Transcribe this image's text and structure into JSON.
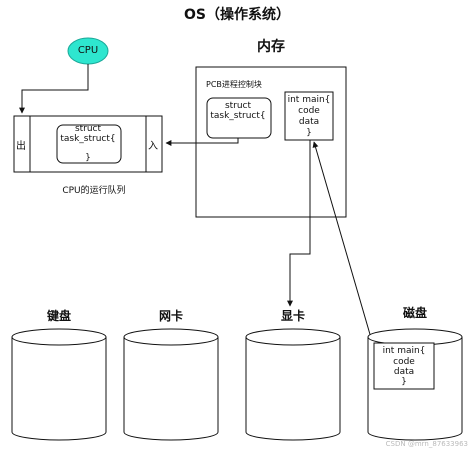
{
  "title": "OS（操作系统）",
  "memory": {
    "label": "内存",
    "pcb_label": "PCB进程控制块",
    "pcb_struct_line1": "struct",
    "pcb_struct_line2": "task_struct{",
    "program_line1": "int main{",
    "program_line2": "code",
    "program_line3": "data",
    "program_line4": "}"
  },
  "cpu": {
    "label": "CPU",
    "queue_label": "CPU的运行队列",
    "out_label": "出",
    "in_label": "入",
    "queue_struct_line1": "struct",
    "queue_struct_line2": "task_struct{",
    "queue_struct_line3": "}"
  },
  "devices": {
    "keyboard": "键盘",
    "nic": "网卡",
    "display": "显卡",
    "disk": "磁盘",
    "disk_program_line1": "int main{",
    "disk_program_line2": "code",
    "disk_program_line3": "data",
    "disk_program_line4": "}"
  },
  "watermark": "CSDN @mrn_87633963",
  "colors": {
    "cpu_fill": "#2ee6cf",
    "cpu_stroke": "#1aa898",
    "line": "#111111"
  }
}
